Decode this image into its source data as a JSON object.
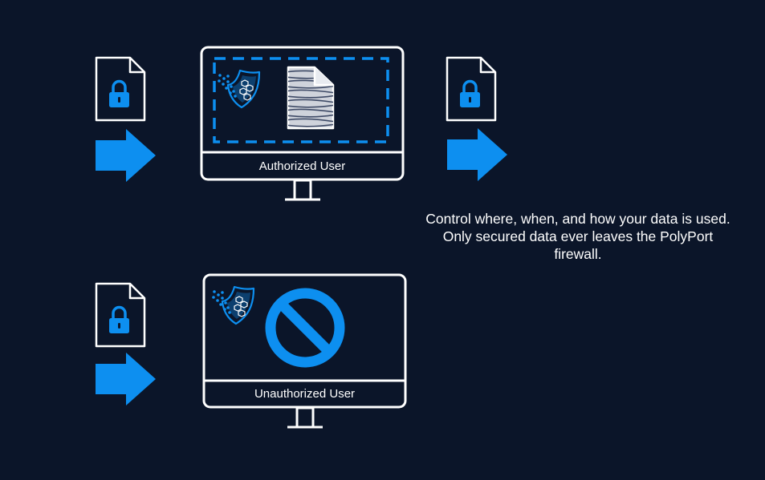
{
  "authorized": {
    "label": "Authorized User"
  },
  "unauthorized": {
    "label": "Unauthorized User"
  },
  "caption": "Control where, when, and how your data is used. Only secured data ever leaves the PolyPort firewall.",
  "colors": {
    "background": "#0b1529",
    "accent": "#0d8ff0",
    "line": "#ffffff"
  },
  "icons": [
    "locked-file-icon",
    "arrow-right-icon",
    "monitor-icon",
    "shield-hex-icon",
    "scrambled-file-icon",
    "prohibited-icon"
  ]
}
